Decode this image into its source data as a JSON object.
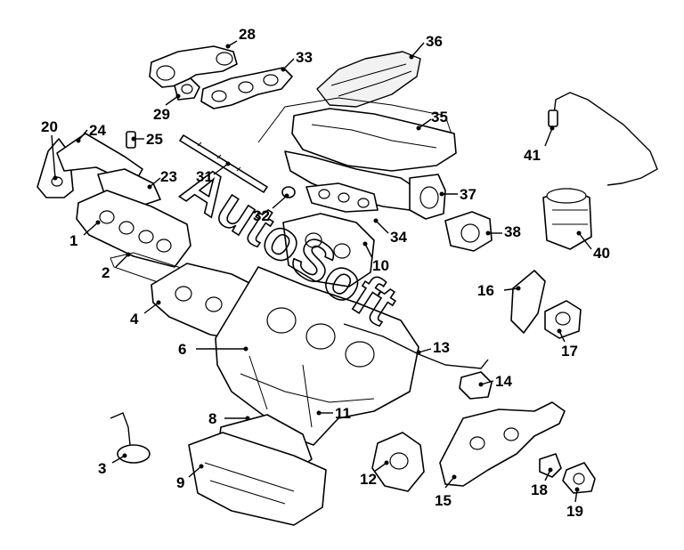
{
  "watermark": "AutoSoft",
  "callouts": [
    "1",
    "2",
    "3",
    "4",
    "6",
    "8",
    "9",
    "10",
    "11",
    "12",
    "13",
    "14",
    "15",
    "16",
    "17",
    "18",
    "19",
    "20",
    "23",
    "24",
    "25",
    "28",
    "29",
    "31",
    "32",
    "33",
    "34",
    "35",
    "36",
    "37",
    "38",
    "40",
    "41"
  ]
}
